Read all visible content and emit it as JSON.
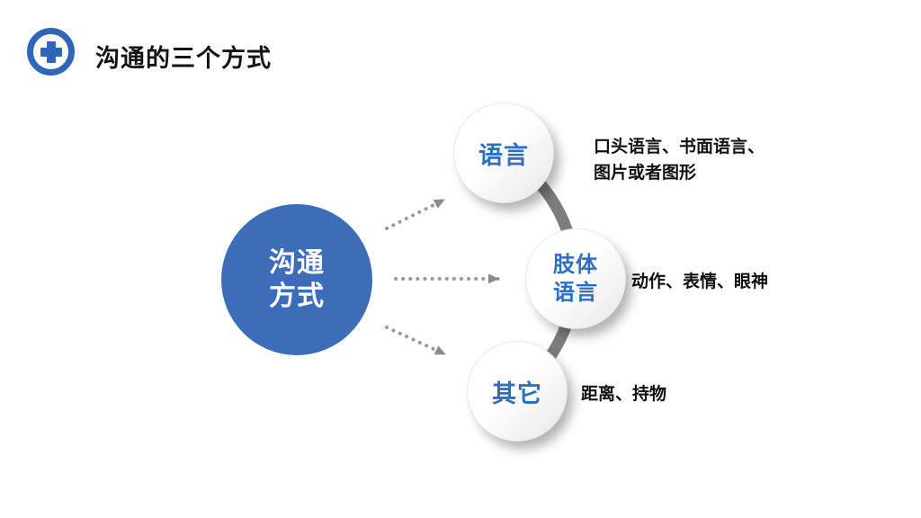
{
  "slide": {
    "title": "沟通的三个方式",
    "hub": {
      "line1": "沟通",
      "line2": "方式"
    },
    "nodes": {
      "language": {
        "label": "语言",
        "desc_line1": "口头语言、书面语言、",
        "desc_line2": "图片或者图形"
      },
      "body_language": {
        "label_line1": "肢体",
        "label_line2": "语言",
        "desc": "动作、表情、眼神"
      },
      "other": {
        "label": "其它",
        "desc": "距离、持物"
      }
    },
    "colors": {
      "logo_blue": "#2f66b8",
      "hub_blue": "#3d6cb9",
      "node_text_blue": "#2e6fbe",
      "arc_gray": "#7d7d7d",
      "dot_gray": "#999999",
      "title_black": "#141414"
    }
  }
}
